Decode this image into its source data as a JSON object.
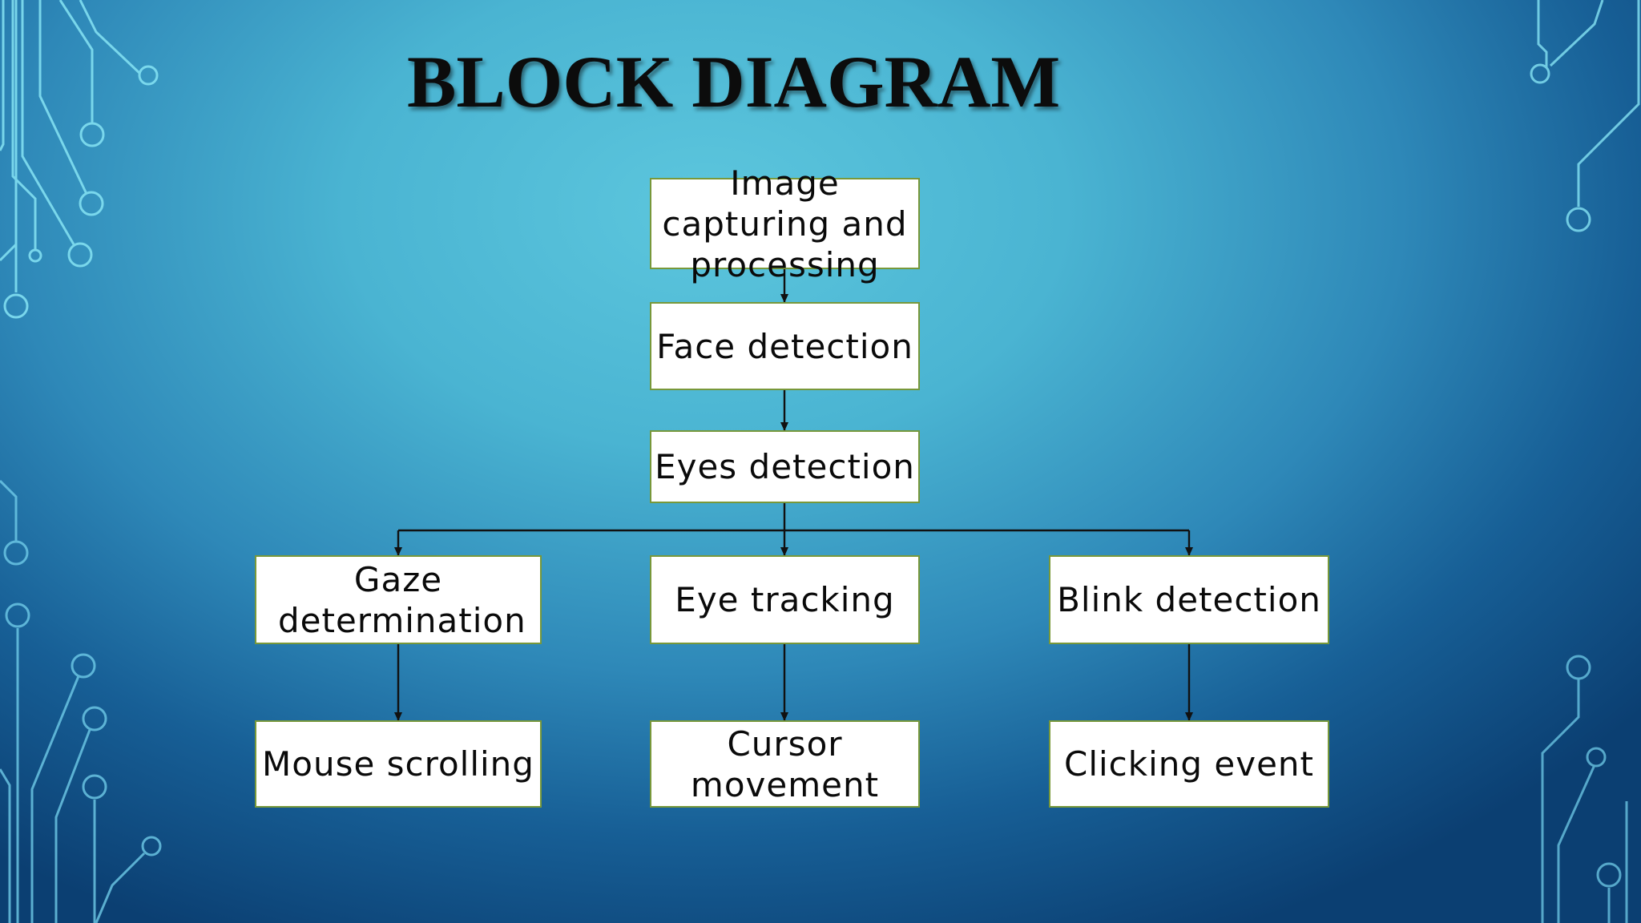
{
  "slide": {
    "title": "BLOCK DIAGRAM"
  },
  "colors": {
    "background_light": "#5cc6dd",
    "background_dark": "#0b3f72",
    "circuit_line": "#7fe0f2",
    "block_fill": "#ffffff",
    "block_border": "#78983a",
    "connector": "#111111"
  },
  "blocks": {
    "image_capture": "Image capturing and processing",
    "face_detection": "Face detection",
    "eyes_detection": "Eyes detection",
    "gaze_determination": "Gaze determination",
    "eye_tracking": "Eye tracking",
    "blink_detection": "Blink detection",
    "mouse_scrolling": "Mouse scrolling",
    "cursor_movement": "Cursor movement",
    "clicking_event": "Clicking event"
  },
  "edges": [
    [
      "image_capture",
      "face_detection"
    ],
    [
      "face_detection",
      "eyes_detection"
    ],
    [
      "eyes_detection",
      "gaze_determination"
    ],
    [
      "eyes_detection",
      "eye_tracking"
    ],
    [
      "eyes_detection",
      "blink_detection"
    ],
    [
      "gaze_determination",
      "mouse_scrolling"
    ],
    [
      "eye_tracking",
      "cursor_movement"
    ],
    [
      "blink_detection",
      "clicking_event"
    ]
  ]
}
